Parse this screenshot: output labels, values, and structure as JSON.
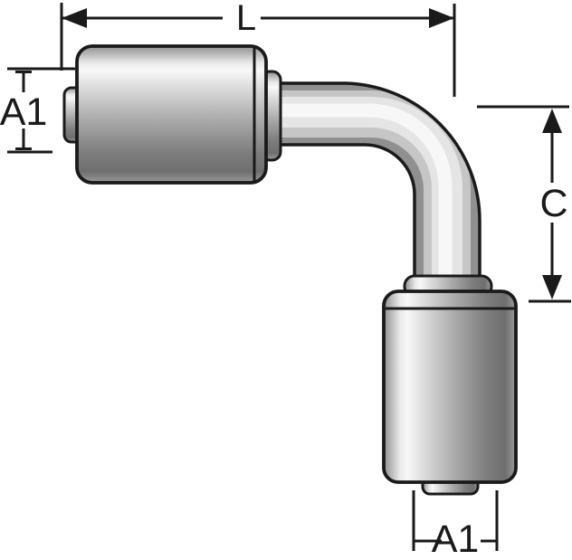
{
  "drawing": {
    "kind": "technical-dimension-diagram",
    "subject": "90-degree elbow crimp hose fitting",
    "background_color": "#ffffff",
    "line_color": "#1a1a1a",
    "metal_highlight_color": "#f8f8f8",
    "metal_mid_color": "#a8a8a8",
    "metal_dark_color": "#6f6f6f"
  },
  "dimensions": {
    "overall_length": {
      "label": "L"
    },
    "left_end_diameter": {
      "label": "A1"
    },
    "drop_height": {
      "label": "C"
    },
    "bottom_end_diameter": {
      "label": "A1"
    }
  }
}
